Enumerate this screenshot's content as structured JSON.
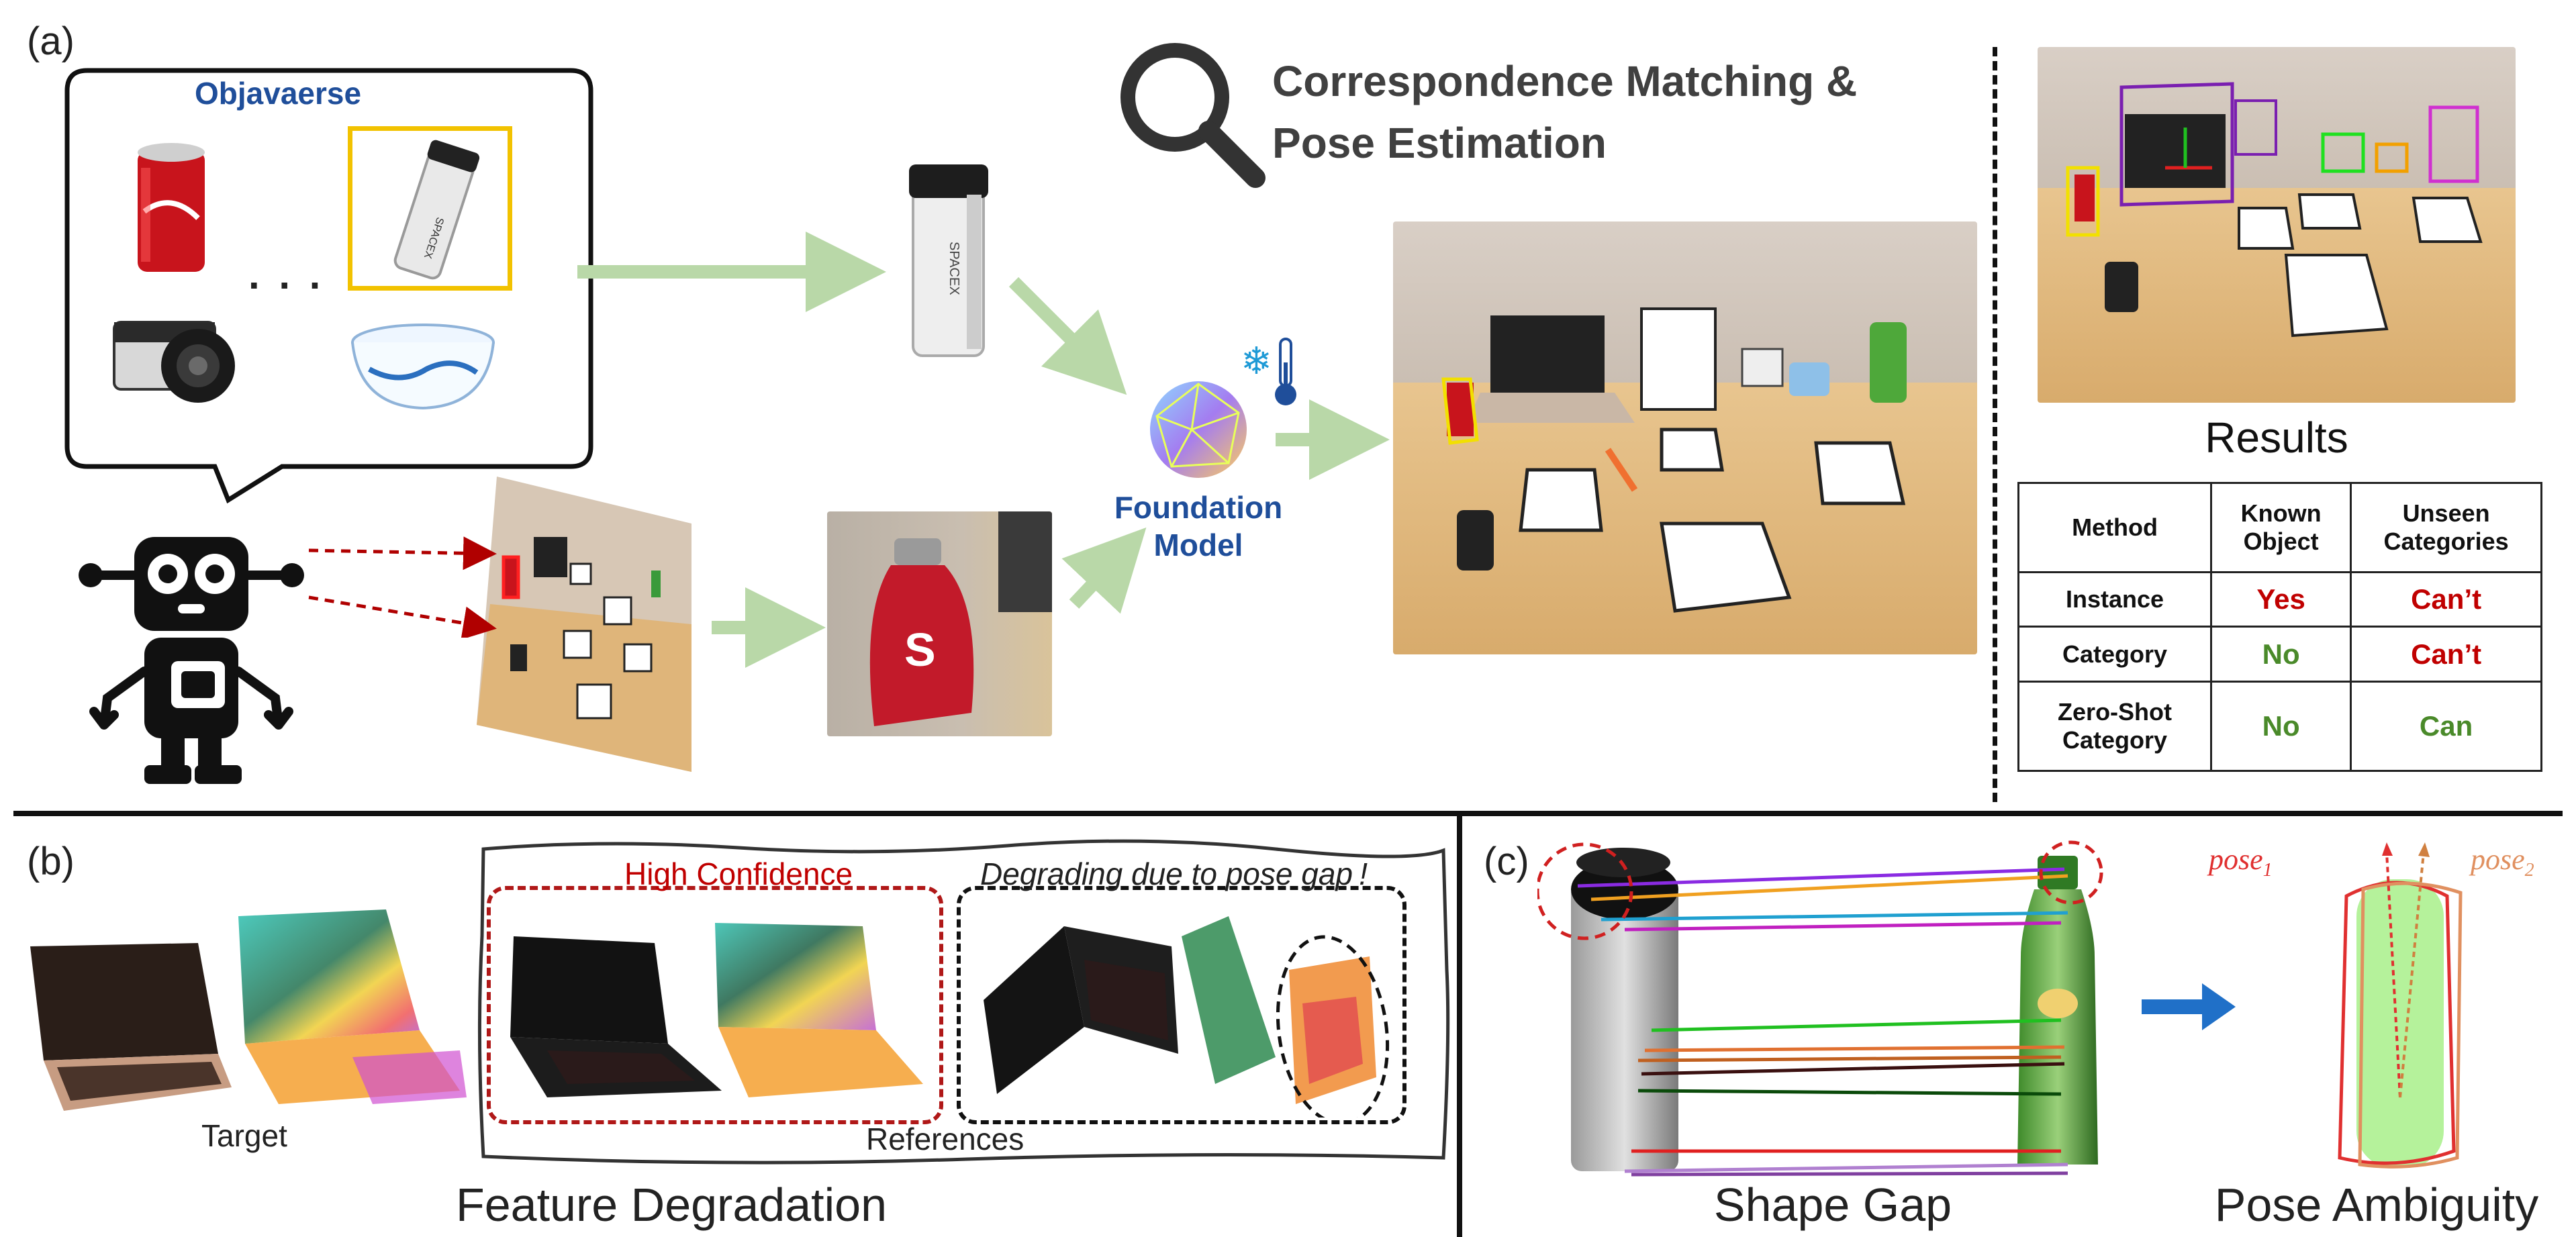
{
  "panel_a": {
    "label": "(a)",
    "bubble_title": "Objavaerse",
    "bubble_ellipsis": ". . .",
    "heading_line1": "Correspondence Matching &",
    "heading_line2": "Pose Estimation",
    "foundation_line1": "Foundation",
    "foundation_line2": "Model",
    "results_title": "Results",
    "bottle_text": "SPACEX",
    "table": {
      "headers": [
        "Method",
        "Known Object",
        "Unseen Categories"
      ],
      "rows": [
        {
          "method": "Instance",
          "known": "Yes",
          "unseen": "Can’t"
        },
        {
          "method": "Category",
          "known": "No",
          "unseen": "Can’t"
        },
        {
          "method": "Zero-Shot Category",
          "known": "No",
          "unseen": "Can"
        }
      ]
    },
    "colors": {
      "red": "#c00000",
      "green": "#4a8a2a",
      "arrow": "#b9d8a8",
      "bubble_title": "#1f4e9a"
    }
  },
  "panel_b": {
    "label": "(b)",
    "target_label": "Target",
    "high_confidence": "High Confidence",
    "degrading": "Degrading due to pose gap !",
    "references": "References",
    "caption": "Feature Degradation"
  },
  "panel_c": {
    "label": "(c)",
    "caption_shape": "Shape Gap",
    "caption_pose": "Pose Ambiguity",
    "pose1": "pose",
    "pose1_sub": "1",
    "pose2": "pose",
    "pose2_sub": "2"
  }
}
